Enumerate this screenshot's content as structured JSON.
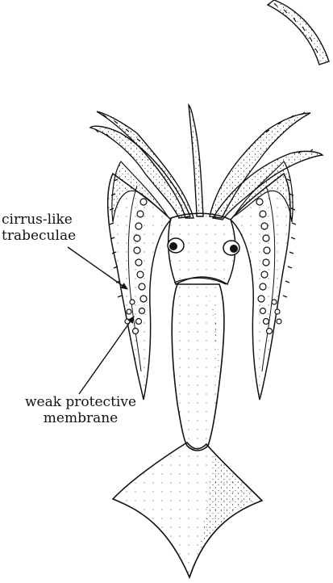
{
  "figure": {
    "labels": {
      "cirrus": {
        "line1": "cirrus-like",
        "line2": "trabeculae"
      },
      "membrane": {
        "line1": "weak protective",
        "line2": "membrane"
      }
    },
    "colors": {
      "ink": "#111111",
      "background": "#ffffff"
    }
  }
}
